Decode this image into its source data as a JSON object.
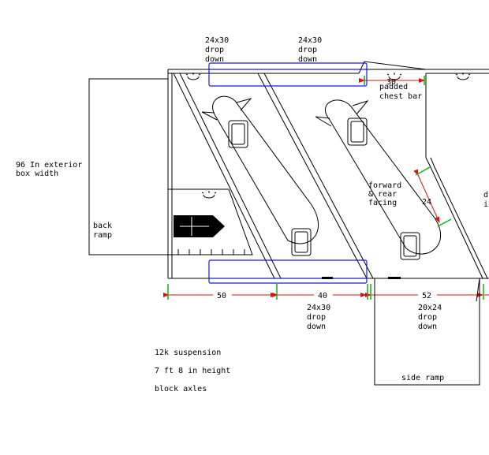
{
  "windows": {
    "top_left": [
      "24x30",
      "drop",
      "down"
    ],
    "top_right": [
      "24x30",
      "drop",
      "down"
    ],
    "bottom_left": [
      "24x30",
      "drop",
      "down"
    ],
    "bottom_right": [
      "20x24",
      "drop",
      "down"
    ]
  },
  "labels": {
    "chest_bar_line1": "padded",
    "chest_bar_line2": "chest bar",
    "box_width_line1": "96 In exterior",
    "box_width_line2": "box width",
    "back_ramp_line1": "back",
    "back_ramp_line2": "ramp",
    "facing_line1": "forward",
    "facing_line2": "& rear",
    "facing_line3": "facing",
    "side_ramp": "side ramp",
    "right_clip_1": "d",
    "right_clip_2": "ir"
  },
  "dimensions": {
    "chest_bar": "30",
    "partition": "24",
    "stall_1": "50",
    "stall_2": "40",
    "stall_3": "52"
  },
  "specs": [
    "12k suspension",
    "7 ft 8 in height",
    "block axles"
  ],
  "colors": {
    "outline": "#000000",
    "window": "#1a1ad6",
    "dimension": "#e01010",
    "tick": "#10b010"
  }
}
